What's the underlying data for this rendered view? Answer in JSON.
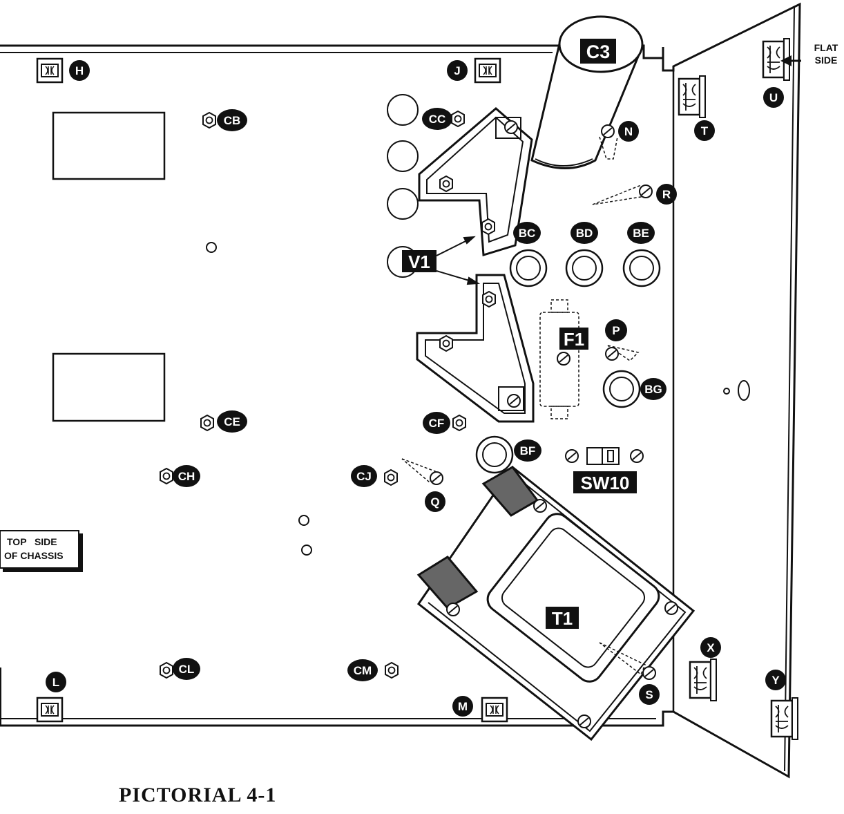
{
  "caption": "PICTORIAL 4-1",
  "boxed_labels": {
    "c3": "C3",
    "v1": "V1",
    "f1": "F1",
    "sw10": "SW10",
    "t1": "T1"
  },
  "lug_labels": {
    "h": "H",
    "j": "J",
    "t": "T",
    "u": "U",
    "l": "L",
    "m": "M",
    "x": "X",
    "y": "Y"
  },
  "hole_labels": {
    "cb": "CB",
    "cc": "CC",
    "n": "N",
    "r": "R",
    "bc": "BC",
    "bd": "BD",
    "be": "BE",
    "p": "P",
    "bg": "BG",
    "ce": "CE",
    "cf": "CF",
    "bf": "BF",
    "ch": "CH",
    "cj": "CJ",
    "q": "Q",
    "cl": "CL",
    "cm": "CM",
    "s": "S"
  },
  "note": {
    "line1": "TOP   SIDE",
    "line2": "OF CHASSIS"
  },
  "flat_side": {
    "line1": "FLAT",
    "line2": "SIDE"
  },
  "colors": {
    "ink": "#111111",
    "shade": "#555555",
    "paper": "#ffffff"
  }
}
